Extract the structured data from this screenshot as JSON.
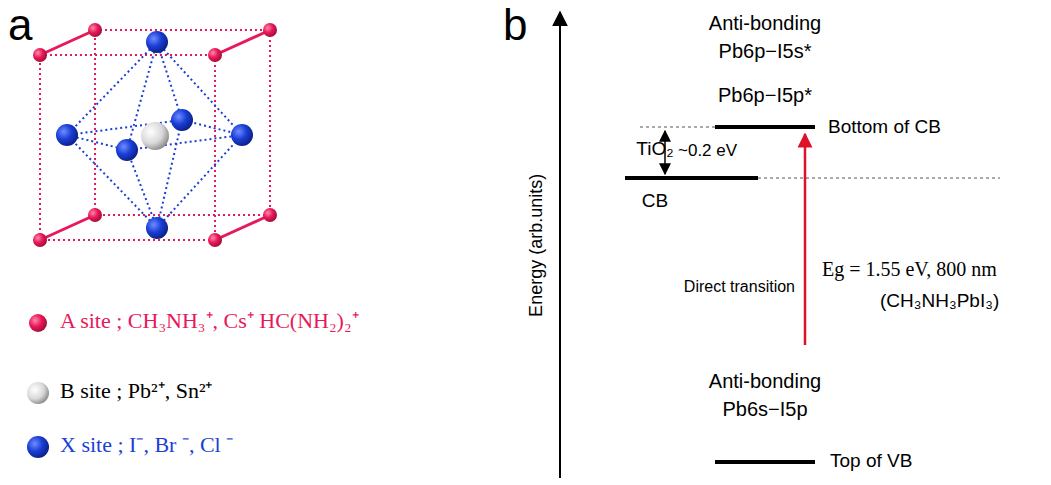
{
  "diagram": {
    "labels": [
      "a",
      "b",
      "Anti-bonding",
      "Pb6p−I5s*",
      "Pb6p−I5p*",
      "Bottom of CB",
      "TiO₂",
      "CB",
      "~0.2 eV",
      "Energy (arb.units)",
      "Direct transition",
      "Eg = 1.55 eV, 800 nm",
      "(CH₃NH₃PbI₃)",
      "Anti-bonding",
      "Pb6s−I5p",
      "Top of VB"
    ],
    "legend": [
      {
        "text": "A site ; CH₃NH₃⁺, Cs⁺ HC(NH₂)₂⁺"
      },
      {
        "text": "B site ; Pb²⁺, Sn²⁺"
      },
      {
        "text": "X site ; I⁻, Br ⁻, Cl ⁻"
      }
    ]
  }
}
